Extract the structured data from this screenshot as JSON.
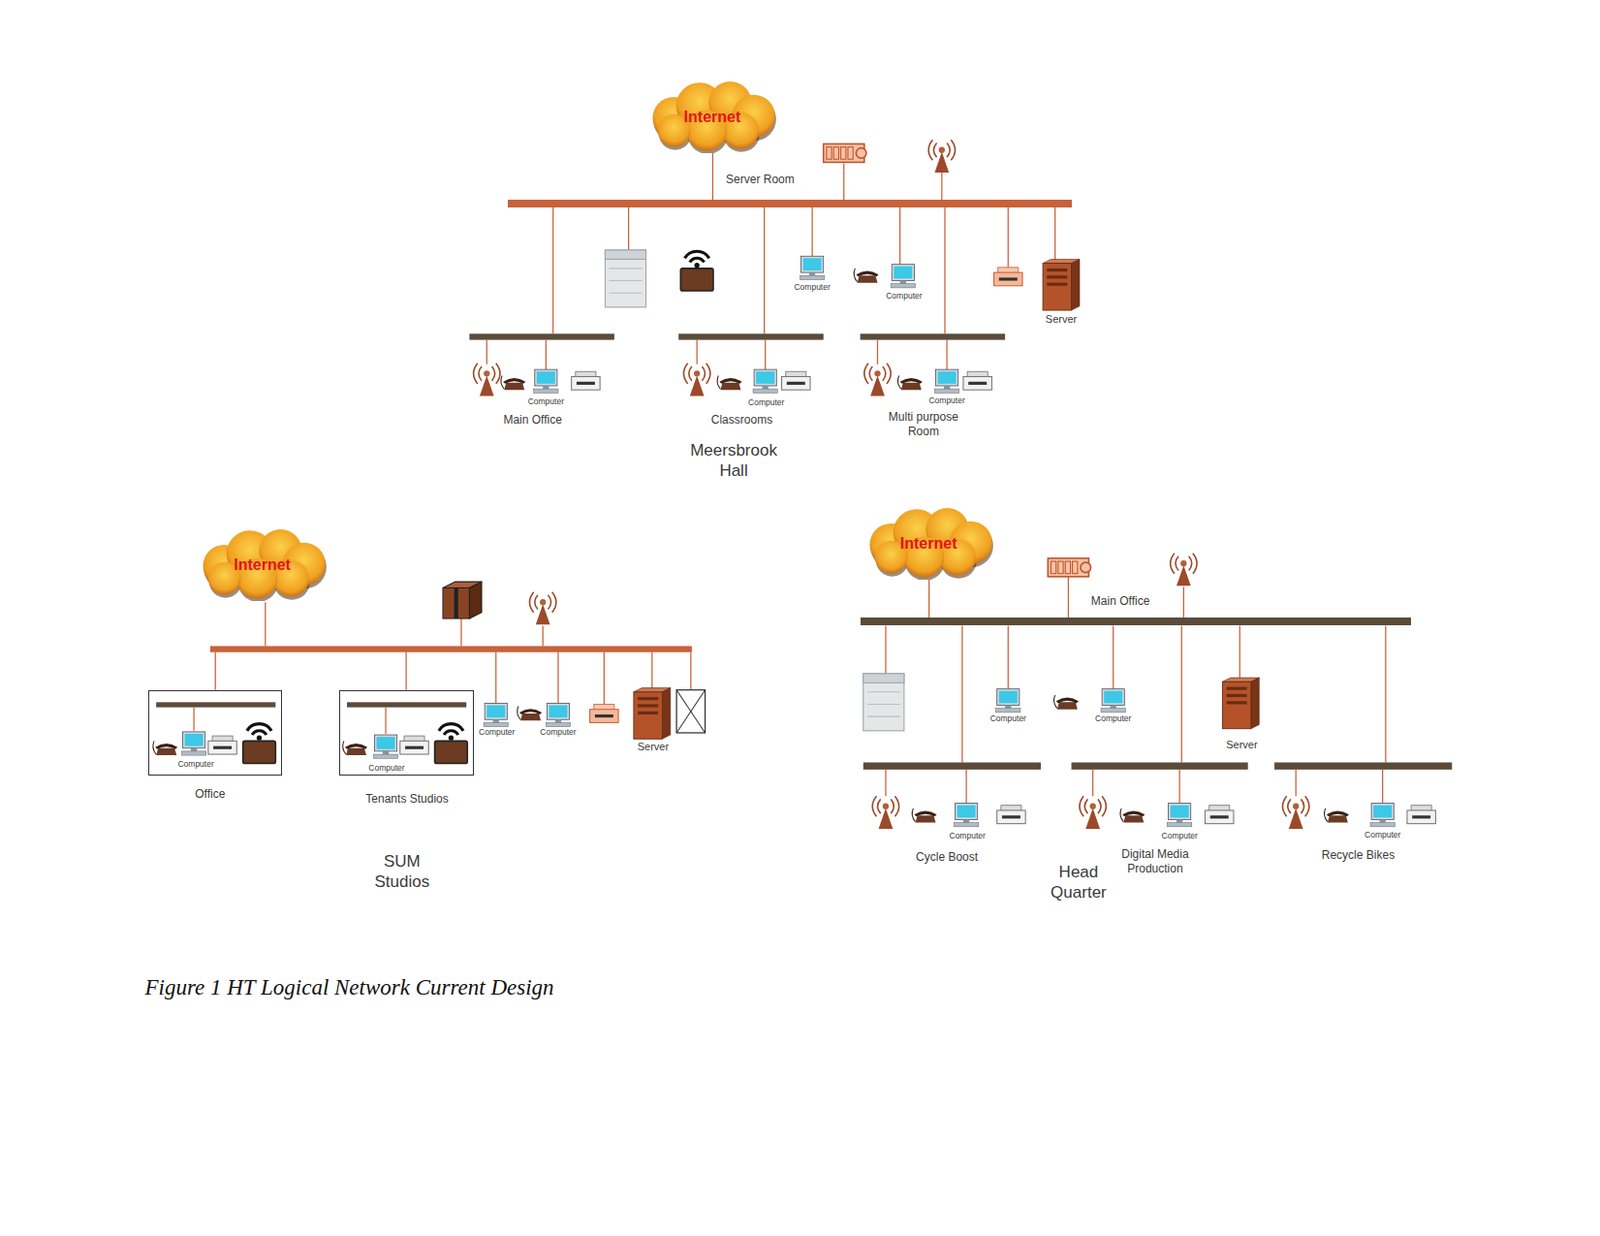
{
  "diagram": {
    "caption": "Figure 1 HT Logical Network Current Design",
    "nodes": [
      {
        "text": [
          "Internet"
        ]
      },
      {
        "text": [
          "Server Room"
        ]
      },
      {
        "text": [
          "Internet"
        ]
      },
      {
        "text": [
          "Computer",
          "Office"
        ]
      },
      {
        "text": [
          "Computer",
          "Tenants Studios"
        ]
      },
      {
        "text": [
          "Internet"
        ]
      },
      {
        "text": [
          "Main Office"
        ]
      }
    ],
    "edges": [
      {
        "from": 0,
        "to": 1,
        "arrow": "none"
      },
      {
        "from": 5,
        "to": 6,
        "arrow": "none"
      }
    ],
    "labels": [
      "Computer",
      "Computer",
      "Server",
      "Computer",
      "Main Office",
      "Computer",
      "Classrooms",
      "Computer",
      "Multi purpose Room",
      "Meersbrook Hall",
      "Computer",
      "Computer",
      "Server",
      "Computer",
      "Computer",
      "Server",
      "Computer",
      "Cycle Boost",
      "Computer",
      "Digital Media Production",
      "Computer",
      "Recycle Bikes",
      "SUM Studios",
      "Head Quarter"
    ]
  }
}
